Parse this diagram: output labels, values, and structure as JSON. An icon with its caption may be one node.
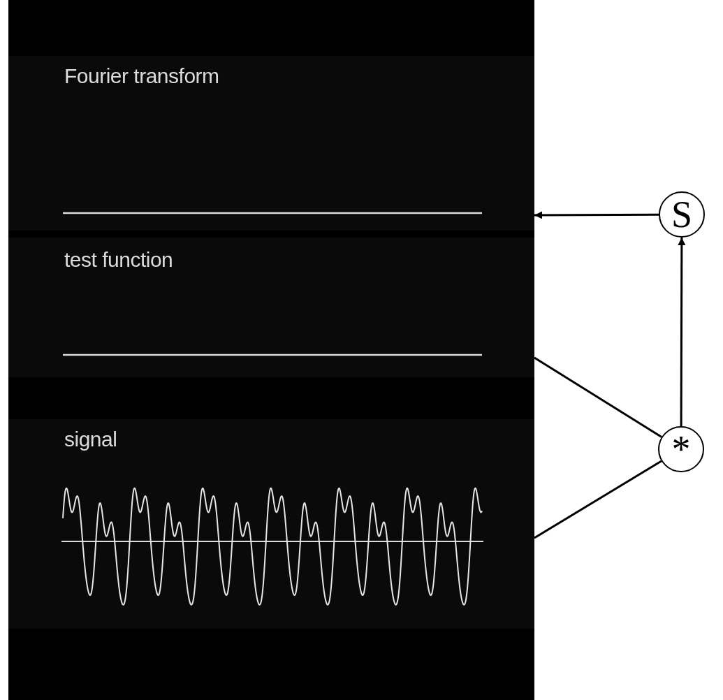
{
  "diagram": {
    "nodes": [
      {
        "text": [
          "Fourier transform"
        ]
      },
      {
        "text": [
          "test function"
        ]
      },
      {
        "text": [
          "signal"
        ]
      },
      {
        "text": [
          "S"
        ]
      },
      {
        "text": [
          "*"
        ]
      }
    ],
    "edges": [
      {
        "from": 3,
        "to": 0,
        "arrow": "to"
      },
      {
        "from": 4,
        "to": 1,
        "arrow": "none"
      },
      {
        "from": 4,
        "to": 2,
        "arrow": "none"
      },
      {
        "from": 4,
        "to": 3,
        "arrow": "to"
      }
    ]
  }
}
